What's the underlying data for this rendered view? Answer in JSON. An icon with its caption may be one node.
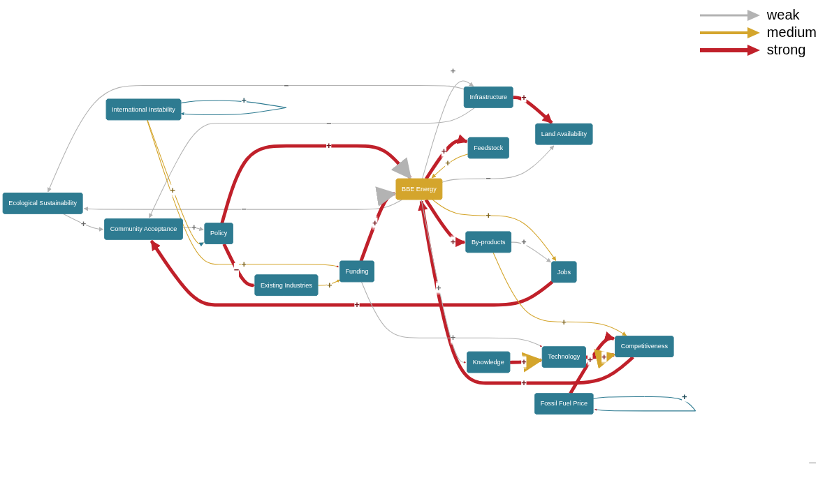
{
  "diagram": {
    "nodes": [
      {
        "text": [
          "Ecological Sustainability"
        ]
      },
      {
        "text": [
          "Infrastructure"
        ]
      },
      {
        "text": [
          "Community Acceptance"
        ]
      },
      {
        "text": [
          "Land Availability"
        ]
      },
      {
        "text": [
          "Feedstock"
        ]
      },
      {
        "text": [
          "Jobs"
        ]
      },
      {
        "text": [
          "BBE Energy"
        ]
      },
      {
        "text": [
          "By-products"
        ]
      },
      {
        "text": [
          "Competitiveness"
        ]
      },
      {
        "text": [
          "Fossil Fuel Price"
        ]
      },
      {
        "text": [
          "Policy"
        ]
      },
      {
        "text": [
          "Funding"
        ]
      },
      {
        "text": [
          "Technology"
        ]
      },
      {
        "text": [
          "International Instability"
        ]
      },
      {
        "text": [
          "Existing Industries"
        ]
      },
      {
        "text": [
          "Knowledge"
        ]
      }
    ],
    "edges": [
      {
        "from": 1,
        "to": 0,
        "arrow": "to",
        "label": "−",
        "color": "#b3b3b3"
      },
      {
        "from": 0,
        "to": 2,
        "arrow": "to",
        "label": "+",
        "color": "#b3b3b3"
      },
      {
        "from": 1,
        "to": 2,
        "arrow": "to",
        "label": "−",
        "color": "#b3b3b3"
      },
      {
        "from": 1,
        "to": 3,
        "arrow": "to",
        "label": "+",
        "style": "thick",
        "color": "#c0202a"
      },
      {
        "from": 6,
        "to": 0,
        "arrow": "to",
        "label": "−",
        "color": "#b3b3b3"
      },
      {
        "from": 6,
        "to": 1,
        "arrow": "to",
        "label": "+",
        "color": "#b3b3b3"
      },
      {
        "from": 6,
        "to": 3,
        "arrow": "to",
        "label": "−",
        "color": "#b3b3b3"
      },
      {
        "from": 2,
        "to": 10,
        "arrow": "to",
        "label": "+",
        "color": "#b3b3b3"
      },
      {
        "from": 6,
        "to": 4,
        "arrow": "to",
        "label": "+",
        "style": "thick",
        "color": "#c0202a"
      },
      {
        "from": 4,
        "to": 6,
        "arrow": "to",
        "label": "+",
        "color": "#d4a52c"
      },
      {
        "from": 6,
        "to": 5,
        "arrow": "to",
        "label": "+",
        "color": "#d4a52c"
      },
      {
        "from": 5,
        "to": 2,
        "arrow": "to",
        "label": "+",
        "style": "thick",
        "color": "#c0202a"
      },
      {
        "from": 6,
        "to": 7,
        "arrow": "to",
        "label": "+",
        "style": "thick",
        "color": "#c0202a"
      },
      {
        "from": 7,
        "to": 5,
        "arrow": "to",
        "label": "+",
        "color": "#b3b3b3"
      },
      {
        "from": 7,
        "to": 8,
        "arrow": "to",
        "label": "+",
        "color": "#d4a52c"
      },
      {
        "from": 8,
        "to": 6,
        "arrow": "to",
        "label": "+",
        "style": "thick",
        "color": "#c0202a"
      },
      {
        "from": 9,
        "to": 8,
        "arrow": "to",
        "label": "+",
        "style": "thick",
        "color": "#c0202a"
      },
      {
        "from": 9,
        "to": 9,
        "arrow": "to",
        "label": "+",
        "color": "#2e7b91"
      },
      {
        "from": 10,
        "to": 6,
        "arrow": "to",
        "label": "+",
        "style": "thick",
        "color": "#c0202a"
      },
      {
        "from": 11,
        "to": 6,
        "arrow": "to",
        "label": "+",
        "style": "thick",
        "color": "#c0202a"
      },
      {
        "from": 11,
        "to": 12,
        "arrow": "to",
        "label": "+",
        "color": "#b3b3b3"
      },
      {
        "from": 6,
        "to": 15,
        "arrow": "to",
        "label": "+",
        "color": "#b3b3b3"
      },
      {
        "from": 12,
        "to": 8,
        "arrow": "to",
        "label": "+",
        "style": "thick",
        "color": "#c0202a"
      },
      {
        "from": 15,
        "to": 12,
        "arrow": "to",
        "label": "+",
        "style": "thick",
        "color": "#c0202a"
      },
      {
        "from": 13,
        "to": 10,
        "arrow": "to",
        "label": "+",
        "color": "#d4a52c"
      },
      {
        "from": 13,
        "to": 11,
        "arrow": "to",
        "label": "+",
        "color": "#d4a52c"
      },
      {
        "from": 13,
        "to": 13,
        "arrow": "to",
        "label": "+",
        "color": "#2e7b91"
      },
      {
        "from": 10,
        "to": 14,
        "arrow": "to",
        "label": "−",
        "style": "thick",
        "color": "#c0202a"
      },
      {
        "from": 14,
        "to": 11,
        "arrow": "to",
        "label": "+",
        "color": "#d4a52c"
      }
    ],
    "labels": [
      "−"
    ],
    "legend": [
      {
        "text": "weak"
      },
      {
        "text": "medium"
      },
      {
        "text": "strong"
      }
    ]
  }
}
